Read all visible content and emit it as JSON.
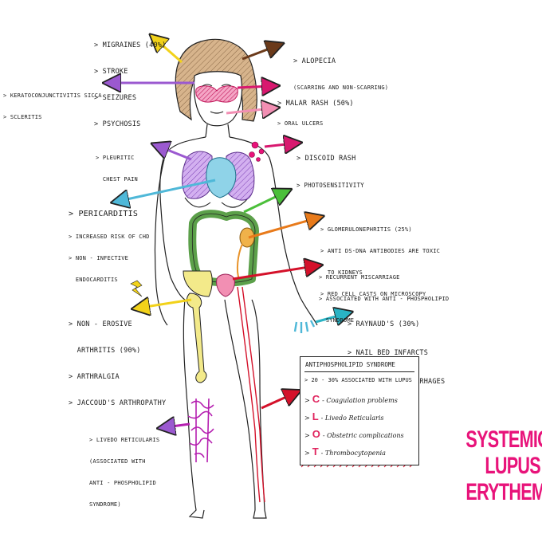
{
  "labels": {
    "migraines": [
      "> MIGRAINES (40%)",
      "> STROKE",
      "> SEIZURES",
      "> PSYCHOSIS"
    ],
    "eyes": [
      "> KERATOCONJUNCTIVITIS SICCA",
      "> SCLERITIS"
    ],
    "alopecia": [
      "> ALOPECIA",
      "(SCARRING AND NON-SCARRING)"
    ],
    "malar": [
      "> MALAR RASH (50%)"
    ],
    "oral": [
      "> ORAL ULCERS"
    ],
    "pleuritic": [
      "> PLEURITIC",
      "  CHEST PAIN"
    ],
    "discoid": [
      "> DISCOID RASH",
      "> PHOTOSENSITIVITY"
    ],
    "pericarditis_title": "> PERICARDITIS",
    "pericarditis": [
      "> INCREASED RISK OF CHD",
      "> NON - INFECTIVE",
      "  ENDOCARDITIS"
    ],
    "glomerulo": [
      "> GLOMERULONEPHRITIS (25%)",
      "> ANTI DS-DNA ANTIBODIES ARE TOXIC",
      "  TO KIDNEYS",
      "> RED CELL CASTS ON MICROSCOPY"
    ],
    "miscarriage": [
      "> RECURRENT MISCARRIAGE",
      "> ASSOCIATED WITH ANTI - PHOSPHOLIPID",
      "  SYNDROME"
    ],
    "raynaud": [
      "> RAYNAUD'S (30%)",
      "> NAIL BED INFARCTS",
      "> SPLINTER HAEMORRHAGES"
    ],
    "arthritis": [
      "> NON - EROSIVE",
      "  ARTHRITIS (90%)",
      "> ARTHRALGIA",
      "> JACCOUD'S ARTHROPATHY"
    ],
    "livedo": [
      "> LIVEDO RETICULARIS",
      "(ASSOCIATED WITH",
      "ANTI - PHOSPHOLIPID",
      "SYNDROME)"
    ]
  },
  "aps_box": {
    "title": "ANTIPHOSPHOLIPID SYNDROME",
    "rows": [
      {
        "bullet": ">",
        "letter": "",
        "text": "20 - 30% ASSOCIATED WITH LUPUS"
      },
      {
        "bullet": ">",
        "letter": "C",
        "text": "- Coagulation problems"
      },
      {
        "bullet": ">",
        "letter": "L",
        "text": "- Livedo Reticularis"
      },
      {
        "bullet": ">",
        "letter": "O",
        "text": "- Obstetric complications"
      },
      {
        "bullet": ">",
        "letter": "T",
        "text": "- Thrombocytopenia"
      }
    ]
  },
  "title": [
    "SYSTEMIC",
    "LUPUS",
    "ERYTHEMATOSUS"
  ],
  "colors": {
    "title": "#e8137a",
    "hair": "#c9a27a",
    "malar": "#e86aa0",
    "lungs": "#c79bea",
    "heart": "#8fd3e8",
    "colon": "#9ad37a",
    "kidney": "#f0b24a",
    "bone": "#f3ea8a",
    "uterus": "#f28fb3",
    "livedo": "#b51fb0",
    "arrow_yellow": "#f2d21a",
    "arrow_brown": "#6b3a1a",
    "arrow_magenta": "#d8186f",
    "arrow_teal": "#2ab3c4",
    "arrow_green": "#4bbf3a",
    "arrow_orange": "#e87a1a",
    "arrow_red": "#d4112a"
  }
}
